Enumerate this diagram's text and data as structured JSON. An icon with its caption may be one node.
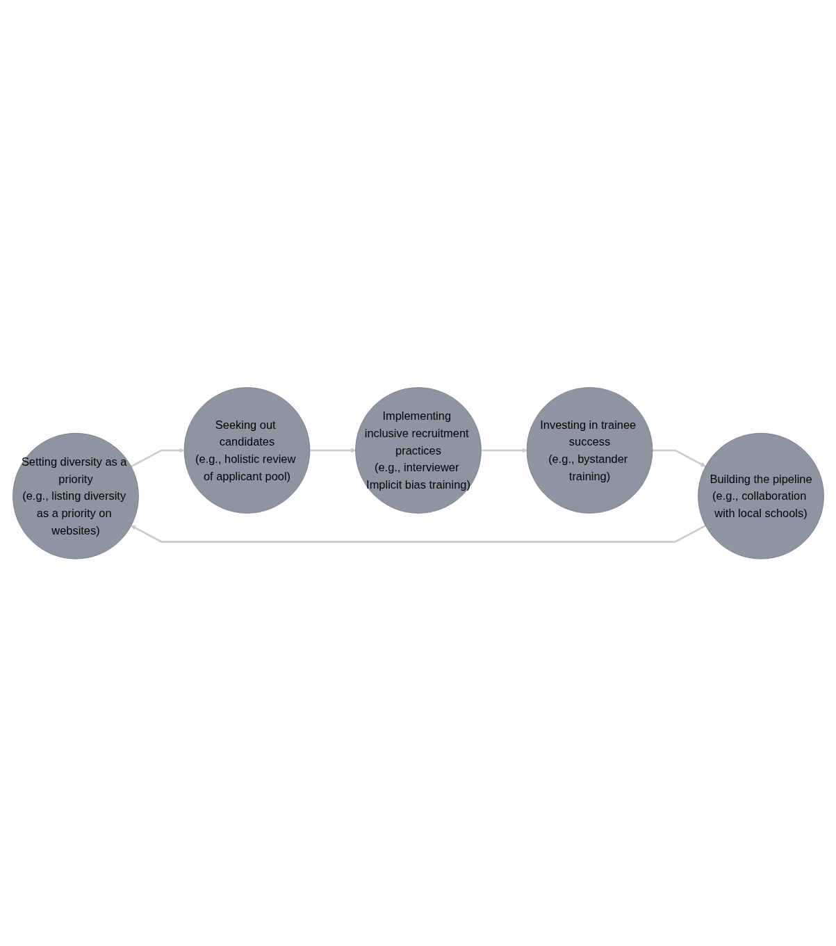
{
  "diagram": {
    "nodes": [
      {
        "text": [
          "Setting diversity as a priority",
          "(e.g., listing diversity as a priority on websites)"
        ]
      },
      {
        "text": [
          "Seeking out candidates",
          "(e.g., holistic review of applicant pool)"
        ]
      },
      {
        "text": [
          "Implementing inclusive recruitment practices",
          "(e.g., interviewer Implicit bias training)"
        ]
      },
      {
        "text": [
          "Investing in trainee success",
          "(e.g., bystander training)"
        ]
      },
      {
        "text": [
          "Building the pipeline",
          "(e.g., collaboration with local schools)"
        ]
      }
    ],
    "edges": [
      {
        "from": 0,
        "to": 1,
        "arrow": "to"
      },
      {
        "from": 1,
        "to": 2,
        "arrow": "to"
      },
      {
        "from": 2,
        "to": 3,
        "arrow": "to"
      },
      {
        "from": 3,
        "to": 4,
        "arrow": "to"
      },
      {
        "from": 4,
        "to": 0,
        "arrow": "to"
      }
    ]
  }
}
